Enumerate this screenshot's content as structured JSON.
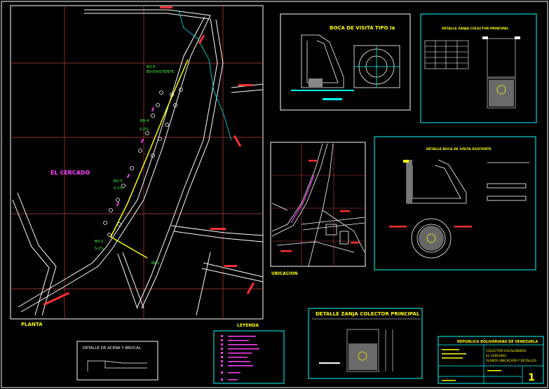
{
  "colors": {
    "background": "#000000",
    "frame": "#ffffff",
    "panel": "#00ffff",
    "grid": "#c04040",
    "street": "#ffffff",
    "river": "#00c0c0",
    "pipe": "#ffff00",
    "labels_green": "#40ff40",
    "labels_magenta": "#ff40ff",
    "titles_yellow": "#ffff00",
    "street_names": "#ff3030"
  },
  "plan": {
    "area_label": "EL CERCADO",
    "title": "PLANTA",
    "manhole_labels": {
      "bv5": "BV-5",
      "existing": "BV-EXISTENTE",
      "bv4": "BV-4",
      "s2_a": "S-2%",
      "bv3": "BV-3",
      "s2_b": "S-1%",
      "bv2": "BV-2",
      "s2_c": "S-1%",
      "bv1": "BV-1"
    }
  },
  "details": {
    "manhole_title": "BOCA DE VISITA TIPO Ia",
    "collector_table_title": "DETALLE ZANJA COLECTOR PRINCIPAL",
    "manhole_detail_title": "DETALLE BOCA DE VISITA EXISTENTE",
    "location_title": "UBICACION",
    "trench_title": "DETALLE ZANJA COLECTOR PRINCIPAL",
    "sidewalk_title": "DETALLE DE ACERA Y BROCAL",
    "legend_title": "LEYENDA"
  },
  "title_block": {
    "country": "REPUBLICA BOLIVARIANA DE VENEZUELA",
    "project_line1": "COLECTOR ESCALONADO",
    "project_line2": "EL CERCADO",
    "project_line3": "PLANTA UBICACION Y DETALLES",
    "sheet_number": "1"
  }
}
